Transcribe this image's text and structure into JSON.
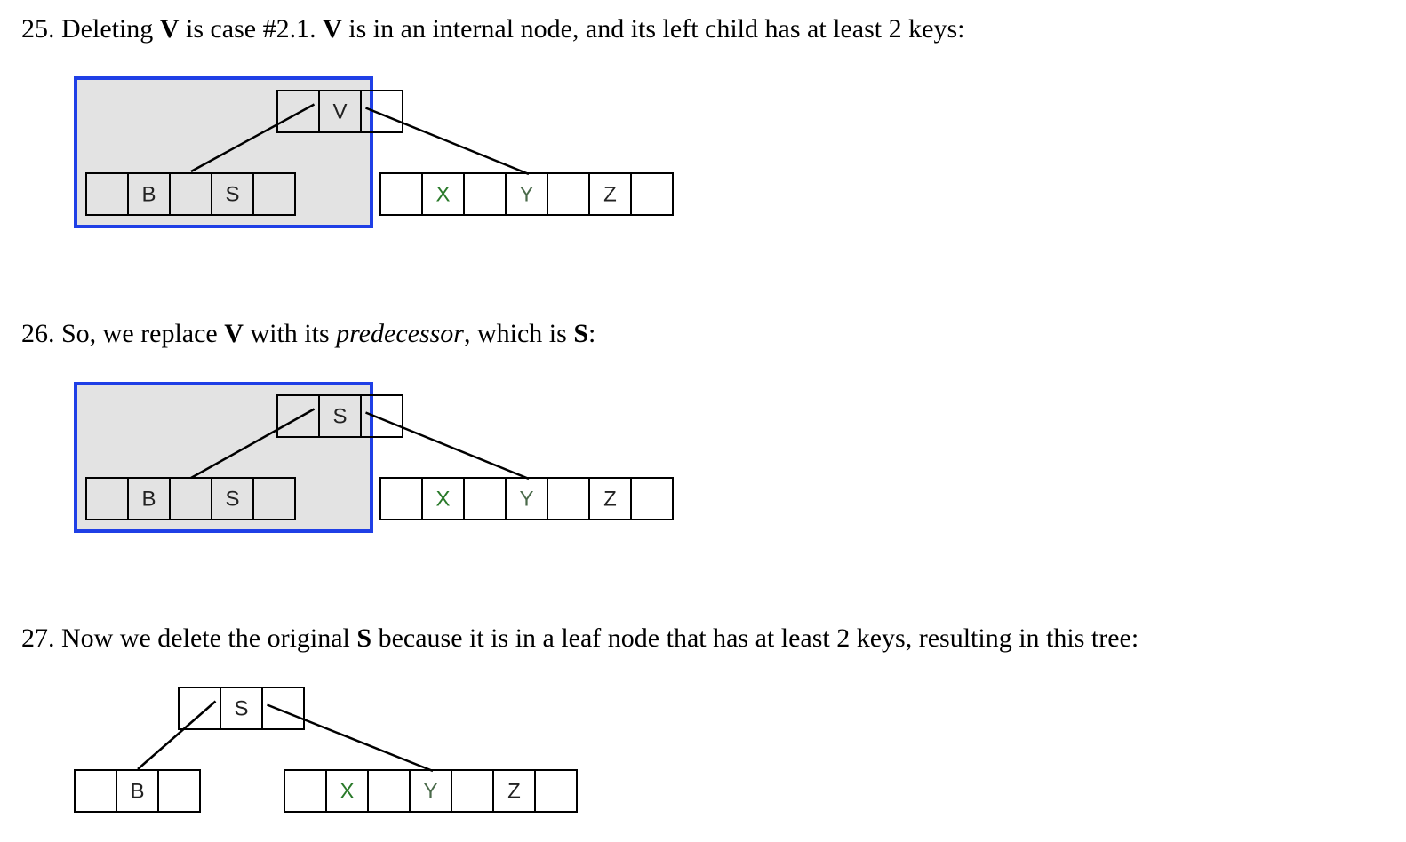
{
  "steps": [
    {
      "number": "25.",
      "parts": [
        {
          "text": "Deleting ",
          "style": "normal"
        },
        {
          "text": "V",
          "style": "bold"
        },
        {
          "text": " is case #2.1. ",
          "style": "normal"
        },
        {
          "text": "V",
          "style": "bold"
        },
        {
          "text": " is in an internal node, and its left child has at least 2 keys:",
          "style": "normal"
        }
      ],
      "tree": {
        "highlight": true,
        "root": {
          "keys": [
            "V"
          ]
        },
        "left": {
          "keys": [
            "B",
            "S"
          ]
        },
        "right": {
          "keys": [
            "X",
            "Y",
            "Z"
          ]
        }
      }
    },
    {
      "number": "26.",
      "parts": [
        {
          "text": "So, we replace ",
          "style": "normal"
        },
        {
          "text": "V",
          "style": "bold"
        },
        {
          "text": " with its ",
          "style": "normal"
        },
        {
          "text": "predecessor",
          "style": "italic"
        },
        {
          "text": ", which is ",
          "style": "normal"
        },
        {
          "text": "S",
          "style": "bold"
        },
        {
          "text": ":",
          "style": "normal"
        }
      ],
      "tree": {
        "highlight": true,
        "root": {
          "keys": [
            "S"
          ]
        },
        "left": {
          "keys": [
            "B",
            "S"
          ]
        },
        "right": {
          "keys": [
            "X",
            "Y",
            "Z"
          ]
        }
      }
    },
    {
      "number": "27.",
      "parts": [
        {
          "text": "Now we delete the original ",
          "style": "normal"
        },
        {
          "text": "S",
          "style": "bold"
        },
        {
          "text": " because it is in a leaf node that has at least 2 keys, resulting in this tree:",
          "style": "normal"
        }
      ],
      "tree": {
        "highlight": false,
        "root": {
          "keys": [
            "S"
          ]
        },
        "left": {
          "keys": [
            "B"
          ]
        },
        "right": {
          "keys": [
            "X",
            "Y",
            "Z"
          ]
        }
      }
    }
  ],
  "colors": {
    "highlight_border": "#1f3fe6",
    "highlight_fill": "#e3e3e3",
    "key_text_default": "#222222",
    "key_text_x": "#2a7a2a",
    "key_text_y": "#4a6a4a"
  }
}
